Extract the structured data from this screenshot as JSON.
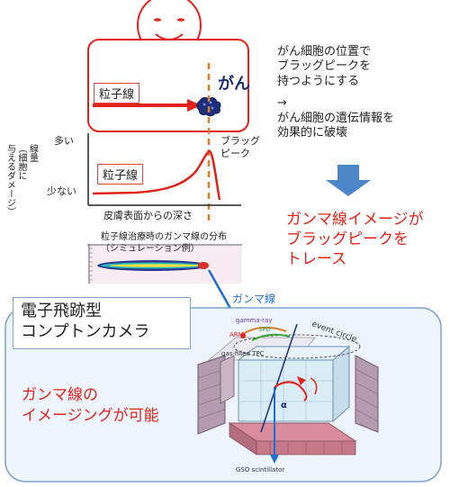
{
  "top": {
    "beam_label": "粒子線",
    "cancer_label": "がん",
    "bragg_label": "ブラッグ\nピーク"
  },
  "right_text": {
    "line1": "がん細胞の位置で\nブラッグピークを\n持つようにする",
    "arrow": "→",
    "line2": "がん細胞の遺伝情報を\n効果的に破壊"
  },
  "graph": {
    "y_axis_label": "線量\n（細胞に\n与えるダメージ）",
    "y_high": "多い",
    "y_low": "少ない",
    "x_axis_label": "皮膚表面からの深さ",
    "curve_label": "粒子線"
  },
  "red_message": "ガンマ線イメージが\nブラッグピークを\nトレース",
  "simulation": {
    "title": "粒子線治療時のガンマ線の分布\n（シミュレーション例）"
  },
  "gamma_label": "ガンマ線",
  "camera": {
    "title": "電子飛跡型\nコンプトンカメラ",
    "caption": "ガンマ線の\nイメージングが可能",
    "gamma_ray": "gamma-ray",
    "spd": "SPD",
    "arm": "ARM",
    "event_circle": "event circle",
    "gas_tpc": "gas-filled TPC",
    "alpha": "α",
    "gso": "GSO scintillator"
  },
  "colors": {
    "red": "#e2231a",
    "orange": "#e07b2a",
    "blue": "#1f6fd0",
    "navy": "#1e2d7a",
    "arrow_blue": "#4a86c8"
  }
}
